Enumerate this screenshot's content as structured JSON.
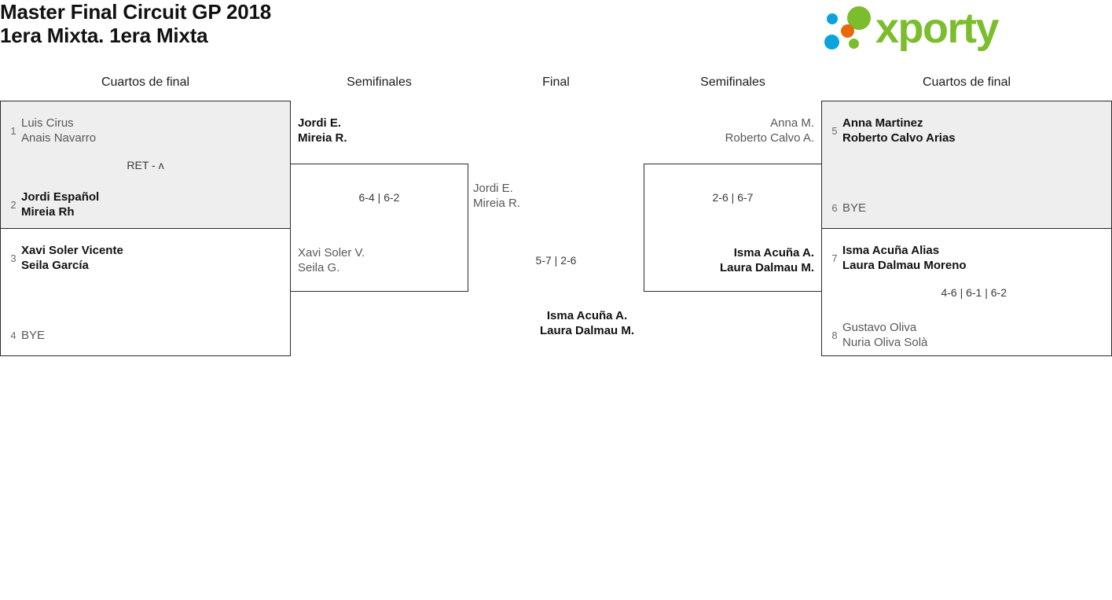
{
  "header": {
    "title_line1": "Master Final Circuit GP 2018",
    "title_line2": "1era Mixta. 1era Mixta",
    "logo_wordmark": "xporty",
    "logo_colors": {
      "green": "#7bbd2c",
      "blue": "#0aa3dd",
      "orange": "#e8690b"
    }
  },
  "rounds": {
    "qf_left": "Cuartos de final",
    "sf_left": "Semifinales",
    "final": "Final",
    "sf_right": "Semifinales",
    "qf_right": "Cuartos de final"
  },
  "bracket": {
    "qf_left": [
      {
        "score": "RET - ʌ",
        "top": {
          "seed": "1",
          "line1": "Luis Cirus",
          "line2": "Anais Navarro",
          "status": "loser"
        },
        "bottom": {
          "seed": "2",
          "line1": "Jordi Español",
          "line2": "Mireia Rh",
          "status": "winner"
        }
      },
      {
        "score": "",
        "top": {
          "seed": "3",
          "line1": "Xavi Soler Vicente",
          "line2": "Seila García",
          "status": "winner"
        },
        "bottom": {
          "seed": "4",
          "line1": "BYE",
          "line2": "",
          "status": "bye"
        }
      }
    ],
    "sf_left": {
      "score": "6-4 | 6-2",
      "top": {
        "line1": "Jordi E.",
        "line2": "Mireia R.",
        "status": "winner"
      },
      "bottom": {
        "line1": "Xavi Soler V.",
        "line2": "Seila G.",
        "status": "loser"
      }
    },
    "final": {
      "score": "5-7 | 2-6",
      "top": {
        "line1": "Jordi E.",
        "line2": "Mireia R.",
        "status": "loser"
      },
      "bottom": {
        "line1": "Isma Acuña A.",
        "line2": "Laura Dalmau M.",
        "status": "winner"
      }
    },
    "sf_right": {
      "score": "2-6 | 6-7",
      "top": {
        "line1": "Anna M.",
        "line2": "Roberto Calvo A.",
        "status": "loser"
      },
      "bottom": {
        "line1": "Isma Acuña A.",
        "line2": "Laura Dalmau M.",
        "status": "winner"
      }
    },
    "qf_right": [
      {
        "score": "",
        "top": {
          "seed": "5",
          "line1": "Anna Martinez",
          "line2": "Roberto Calvo Arias",
          "status": "winner"
        },
        "bottom": {
          "seed": "6",
          "line1": "BYE",
          "line2": "",
          "status": "bye"
        }
      },
      {
        "score": "4-6 | 6-1 | 6-2",
        "top": {
          "seed": "7",
          "line1": "Isma Acuña Alias",
          "line2": "Laura Dalmau Moreno",
          "status": "winner"
        },
        "bottom": {
          "seed": "8",
          "line1": "Gustavo Oliva",
          "line2": "Nuria Oliva Solà",
          "status": "loser"
        }
      }
    ]
  }
}
